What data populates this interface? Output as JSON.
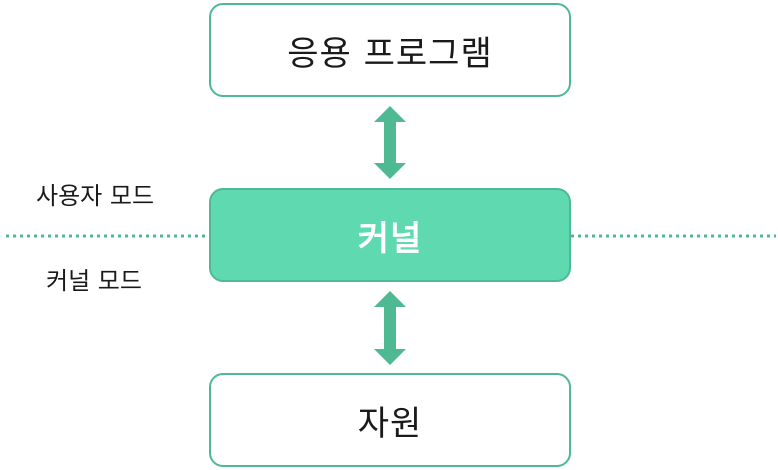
{
  "boxes": {
    "application": "응용 프로그램",
    "kernel": "커널",
    "resource": "자원"
  },
  "modes": {
    "user_mode": "사용자 모드",
    "kernel_mode": "커널 모드"
  },
  "colors": {
    "accent": "#4fb994",
    "kernel_fill": "#5fd9b0",
    "text": "#1a1a1a"
  }
}
